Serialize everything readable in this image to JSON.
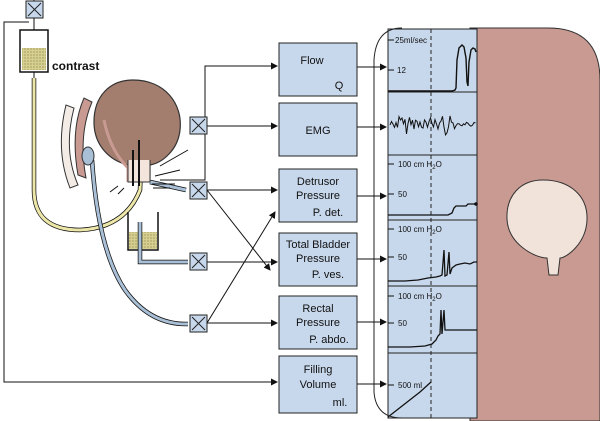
{
  "contrast_label": "contrast",
  "boxes": [
    {
      "line1": "Flow",
      "line2": "",
      "line3": "Q"
    },
    {
      "line1": "EMG",
      "line2": "",
      "line3": ""
    },
    {
      "line1": "Detrusor",
      "line2": "Pressure",
      "line3": "P. det."
    },
    {
      "line1": "Total Bladder",
      "line2": "Pressure",
      "line3": "P. ves."
    },
    {
      "line1": "Rectal",
      "line2": "Pressure",
      "line3": "P. abdo."
    },
    {
      "line1": "Filling",
      "line2": "Volume",
      "line3": "ml."
    }
  ],
  "trace_scales": {
    "flow": {
      "top": "25ml/sec",
      "mid": "12"
    },
    "detrusor": {
      "top_a": "100 cm H",
      "top_sub": "2",
      "top_b": "O",
      "mid": "50"
    },
    "bladder": {
      "top_a": "100 cm H",
      "top_sub": "2",
      "top_b": "O",
      "mid": "50"
    },
    "rectal": {
      "top_a": "100 cm H",
      "top_sub": "2",
      "top_b": "O",
      "mid": "50"
    },
    "volume": {
      "mid": "500 ml"
    }
  },
  "colors": {
    "box_fill": "#c8d8ec",
    "bladder_fill": "#a37e6f",
    "tissue_fill": "#c89a92",
    "catheter_yellow": "#ece7a8",
    "catheter_blue": "#a9bfd6",
    "contrast_fluid": "#cbbf78"
  }
}
